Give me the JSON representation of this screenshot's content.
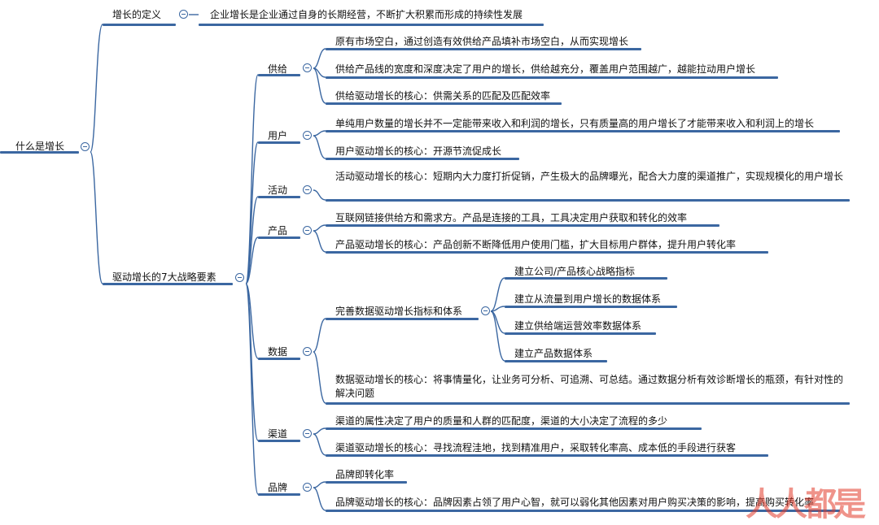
{
  "root": {
    "label": "什么是增长"
  },
  "definition": {
    "label": "增长的定义",
    "text": "企业增长是企业通过自身的长期经营，不断扩大积累而形成的持续性发展"
  },
  "drivers": {
    "label": "驱动增长的7大战略要素",
    "supply": {
      "label": "供给",
      "items": [
        "原有市场空白，通过创造有效供给产品填补市场空白，从而实现增长",
        "供给产品线的宽度和深度决定了用户的增长，供给越充分，覆盖用户范围越广，越能拉动用户增长",
        "供给驱动增长的核心：供需关系的匹配及匹配效率"
      ]
    },
    "user": {
      "label": "用户",
      "items": [
        "单纯用户数量的增长并不一定能带来收入和利润的增长，只有质量高的用户增长了才能带来收入和利润上的增长",
        "用户驱动增长的核心：开源节流促成长"
      ]
    },
    "activity": {
      "label": "活动",
      "items": [
        "活动驱动增长的核心：短期内大力度打折促销，产生极大的品牌曝光，配合大力度的渠道推广，实现规模化的用户增长"
      ]
    },
    "product": {
      "label": "产品",
      "items": [
        "互联网链接供给方和需求方。产品是连接的工具，工具决定用户获取和转化的效率",
        "产品驱动增长的核心：产品创新不断降低用户使用门槛，扩大目标用户群体，提升用户转化率"
      ]
    },
    "data": {
      "label": "数据",
      "system": {
        "label": "完善数据驱动增长指标和体系",
        "items": [
          "建立公司/产品核心战略指标",
          "建立从流量到用户增长的数据体系",
          "建立供给端运营效率数据体系",
          "建立产品数据体系"
        ]
      },
      "core": "数据驱动增长的核心：将事情量化，让业务可分析、可追溯、可总结。通过数据分析有效诊断增长的瓶颈，有针对性的解决问题"
    },
    "channel": {
      "label": "渠道",
      "items": [
        "渠道的属性决定了用户的质量和人群的匹配度，渠道的大小决定了流程的多少",
        "渠道驱动增长的核心：寻找流程洼地，找到精准用户，采取转化率高、成本低的手段进行获客"
      ]
    },
    "brand": {
      "label": "品牌",
      "items": [
        "品牌即转化率",
        "品牌驱动增长的核心：品牌因素占领了用户心智，就可以弱化其他因素对用户购买决策的影响，提高购买转化率"
      ]
    }
  },
  "watermark": "人人都是",
  "colors": {
    "line": "#3b67a1",
    "watermark": "#e23c2c"
  }
}
